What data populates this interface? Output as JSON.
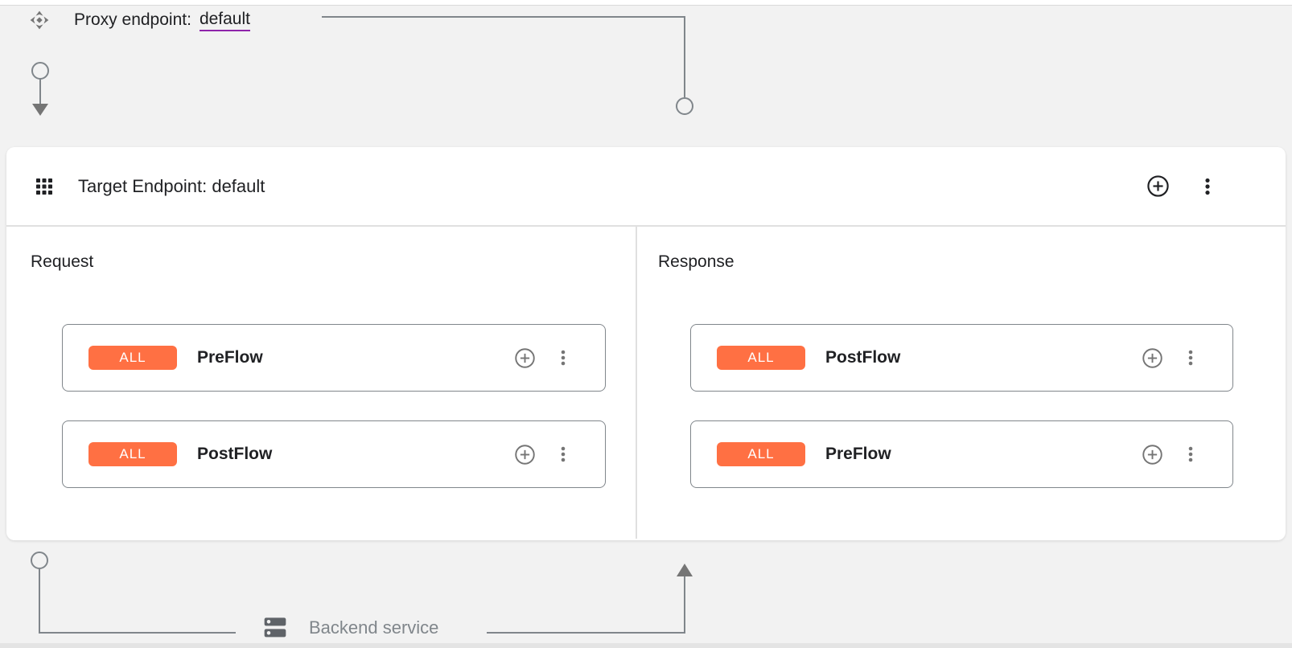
{
  "proxy_endpoint": {
    "label": "Proxy endpoint:",
    "link": "default"
  },
  "target_endpoint": {
    "title": "Target Endpoint: default",
    "request": {
      "label": "Request",
      "flows": [
        {
          "badge": "ALL",
          "name": "PreFlow"
        },
        {
          "badge": "ALL",
          "name": "PostFlow"
        }
      ]
    },
    "response": {
      "label": "Response",
      "flows": [
        {
          "badge": "ALL",
          "name": "PostFlow"
        },
        {
          "badge": "ALL",
          "name": "PreFlow"
        }
      ]
    }
  },
  "backend": {
    "label": "Backend service"
  },
  "icons": {
    "proxy": "proxy-endpoint-icon",
    "apps": "apps-grid-icon",
    "add": "add-circle-icon",
    "menu": "kebab-menu-icon",
    "backend": "backend-service-icon"
  },
  "colors": {
    "badge_orange": "#FF7043",
    "link_purple": "#7B1FA2",
    "connector_gray": "#80868B",
    "background": "#F2F2F2",
    "card_white": "#FFFFFF",
    "divider": "#E0E0E0",
    "flow_border": "#80868B",
    "text_primary": "#202124",
    "text_secondary": "#80868B"
  }
}
